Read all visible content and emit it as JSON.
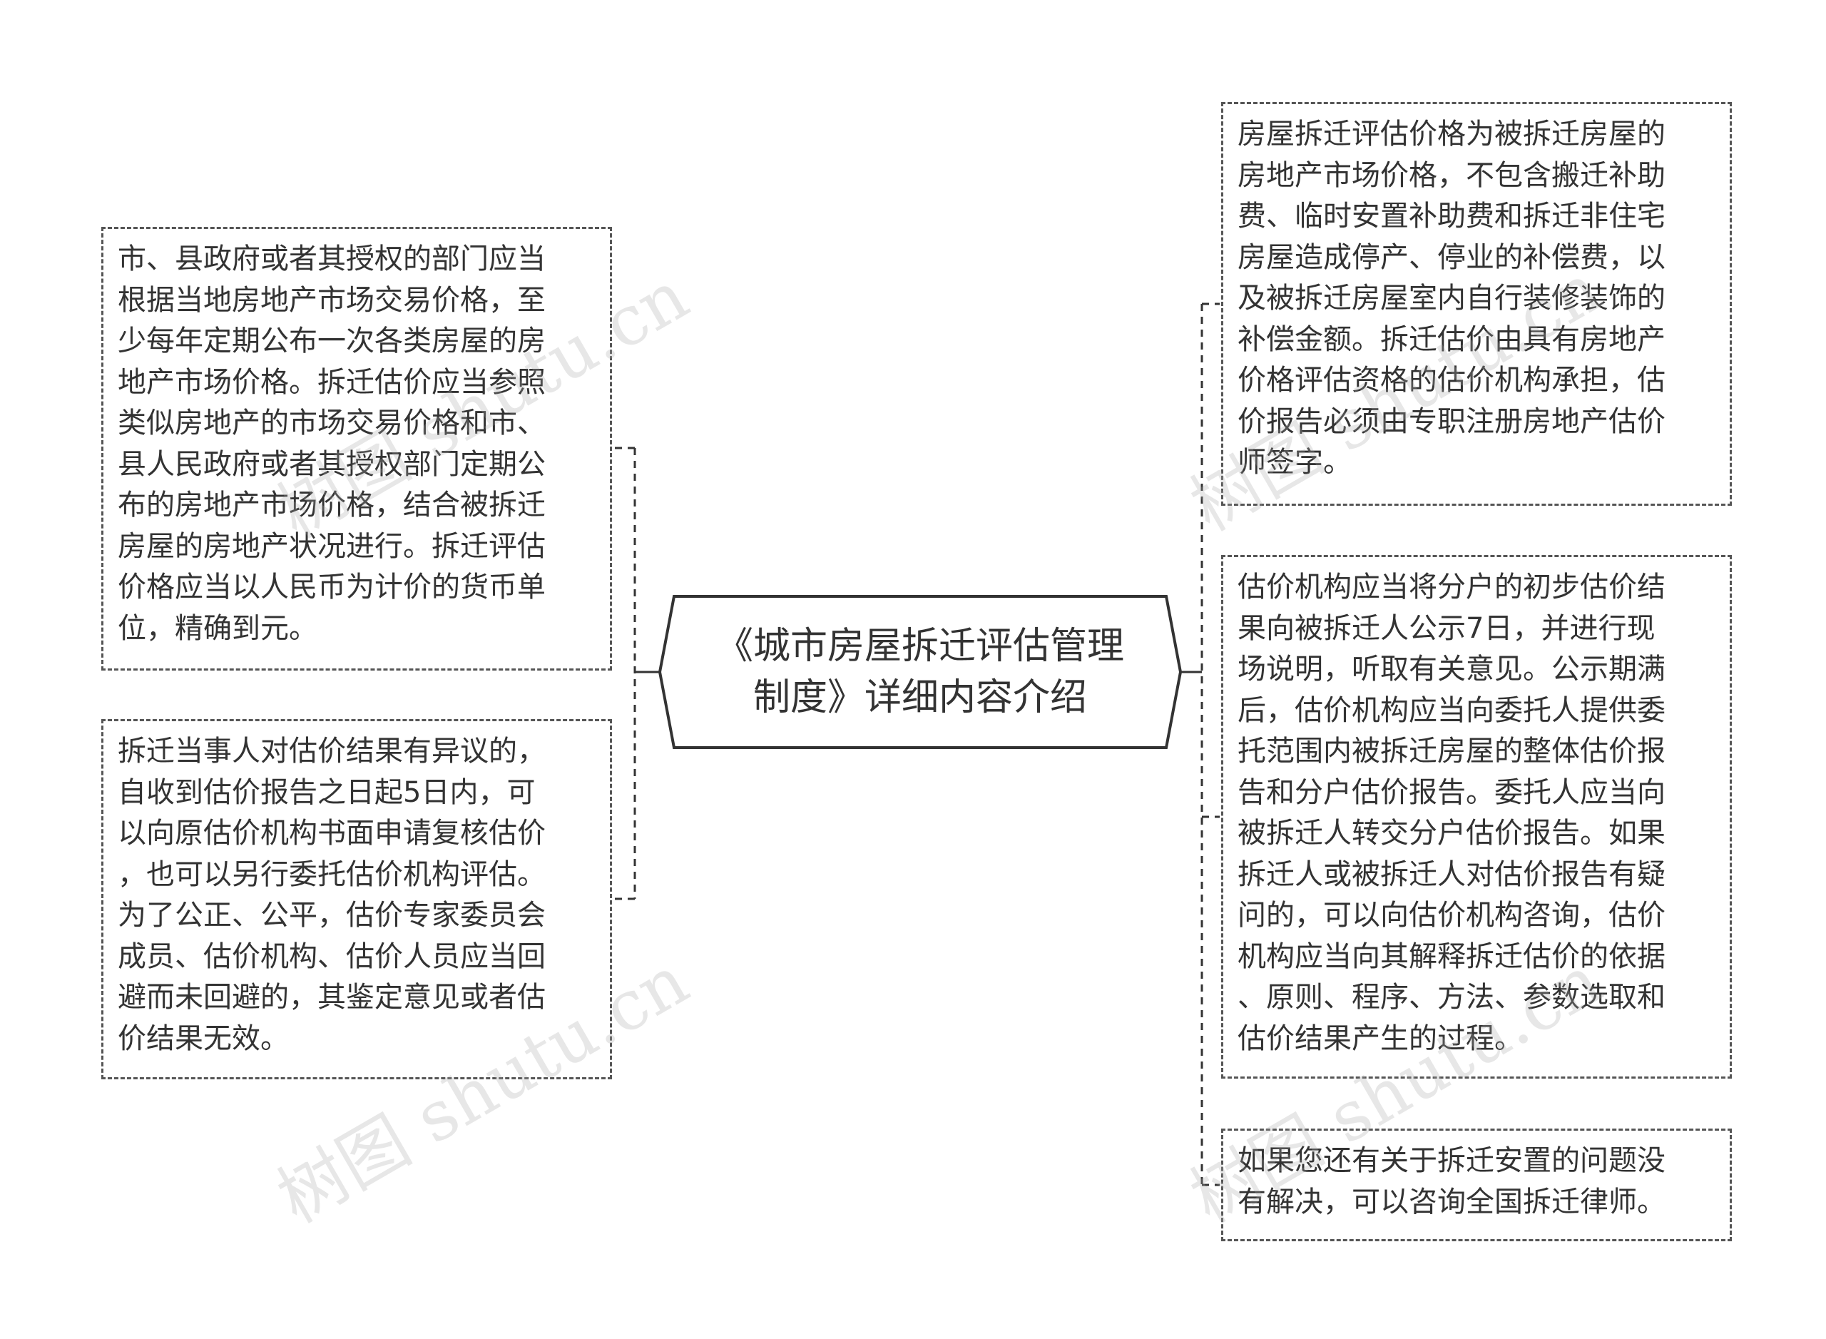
{
  "center": {
    "title": "《城市房屋拆迁评估管理\n制度》详细内容介绍"
  },
  "left_nodes": [
    {
      "text": "市、县政府或者其授权的部门应当\n根据当地房地产市场交易价格，至\n少每年定期公布一次各类房屋的房\n地产市场价格。拆迁估价应当参照\n类似房地产的市场交易价格和市、\n县人民政府或者其授权部门定期公\n布的房地产市场价格，结合被拆迁\n房屋的房地产状况进行。拆迁评估\n价格应当以人民币为计价的货币单\n位，精确到元。"
    },
    {
      "text": "拆迁当事人对估价结果有异议的，\n自收到估价报告之日起5日内，可\n以向原估价机构书面申请复核估价\n，也可以另行委托估价机构评估。\n为了公正、公平，估价专家委员会\n成员、估价机构、估价人员应当回\n避而未回避的，其鉴定意见或者估\n价结果无效。"
    }
  ],
  "right_nodes": [
    {
      "text": "房屋拆迁评估价格为被拆迁房屋的\n房地产市场价格，不包含搬迁补助\n费、临时安置补助费和拆迁非住宅\n房屋造成停产、停业的补偿费，以\n及被拆迁房屋室内自行装修装饰的\n补偿金额。拆迁估价由具有房地产\n价格评估资格的估价机构承担，估\n价报告必须由专职注册房地产估价\n师签字。"
    },
    {
      "text": "估价机构应当将分户的初步估价结\n果向被拆迁人公示7日，并进行现\n场说明，听取有关意见。公示期满\n后，估价机构应当向委托人提供委\n托范围内被拆迁房屋的整体估价报\n告和分户估价报告。委托人应当向\n被拆迁人转交分户估价报告。如果\n拆迁人或被拆迁人对估价报告有疑\n问的，可以向估价机构咨询，估价\n机构应当向其解释拆迁估价的依据\n、原则、程序、方法、参数选取和\n估价结果产生的过程。"
    },
    {
      "text": "如果您还有关于拆迁安置的问题没\n有解决，可以咨询全国拆迁律师。"
    }
  ],
  "watermark": {
    "text": "树图 shutu.cn"
  },
  "colors": {
    "line": "#333333",
    "dashed_border": "#555555",
    "text": "#333333",
    "background": "#ffffff"
  }
}
